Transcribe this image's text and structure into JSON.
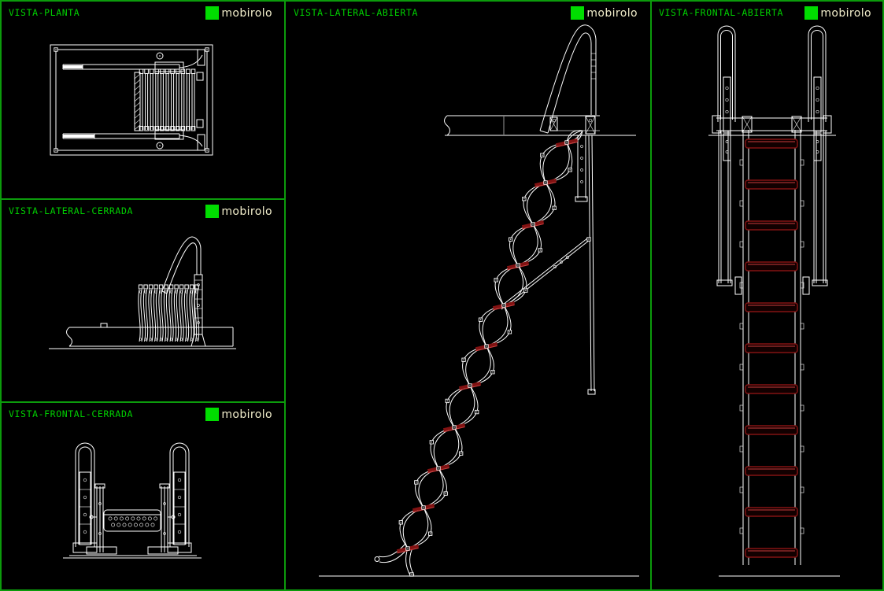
{
  "sheet": {
    "type": "cad-drawing-sheet"
  },
  "panels": [
    {
      "id": "vista-planta",
      "title": "VISTA-PLANTA",
      "brand": "mobirolo"
    },
    {
      "id": "vista-lateral-cerrada",
      "title": "VISTA-LATERAL-CERRADA",
      "brand": "mobirolo"
    },
    {
      "id": "vista-frontal-cerrada",
      "title": "VISTA-FRONTAL-CERRADA",
      "brand": "mobirolo"
    },
    {
      "id": "vista-lateral-abierta",
      "title": "VISTA-LATERAL-ABIERTA",
      "brand": "mobirolo"
    },
    {
      "id": "vista-frontal-abierta",
      "title": "VISTA-FRONTAL-ABIERTA",
      "brand": "mobirolo"
    }
  ],
  "colors": {
    "background": "#000000",
    "border-green": "#0c9b0c",
    "title-green": "#00cf00",
    "brand-green": "#00dd00",
    "brand-text": "#f0ecca",
    "line-white": "#ffffff",
    "red-dark": "#821212",
    "red-bright": "#c83c3c"
  }
}
